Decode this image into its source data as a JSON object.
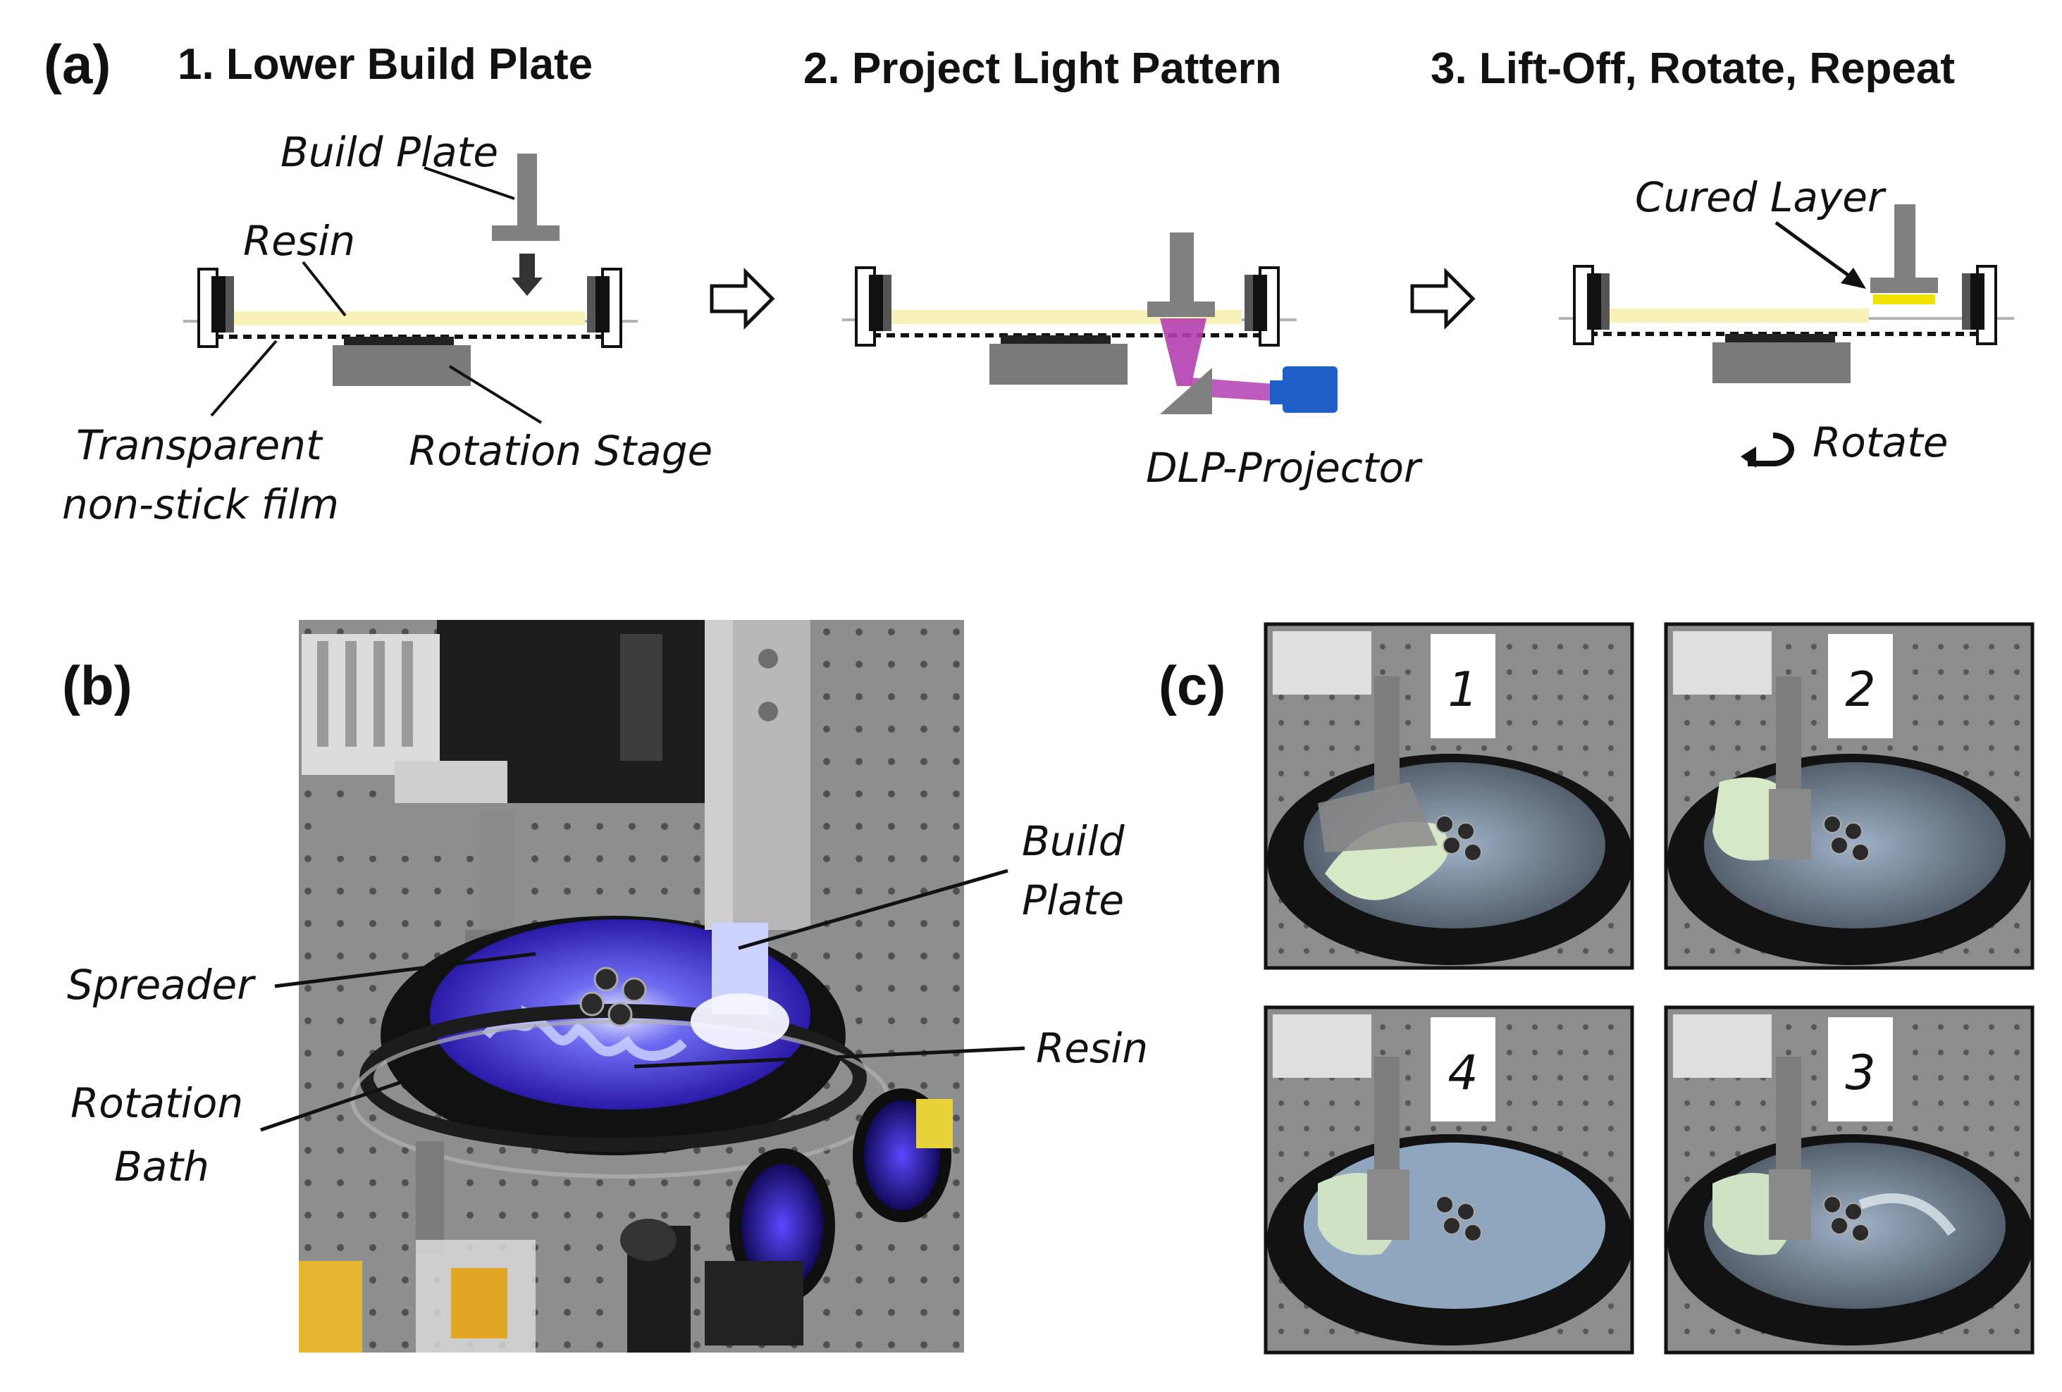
{
  "panel_a": {
    "tag": "(a)",
    "steps": [
      {
        "title": "1. Lower Build Plate"
      },
      {
        "title": "2. Project Light Pattern"
      },
      {
        "title": "3. Lift-Off, Rotate, Repeat"
      }
    ],
    "labels": {
      "build_plate": "Build Plate",
      "resin": "Resin",
      "film_line1": "Transparent",
      "film_line2": "non-stick film",
      "rotation_stage": "Rotation Stage",
      "dlp_projector": "DLP-Projector",
      "cured_layer": "Cured Layer",
      "rotate": "Rotate"
    },
    "colors": {
      "resin": "#f7f3b8",
      "cured_layer": "#f2e200",
      "light": "#b23fb0",
      "projector": "#1f5fc8",
      "stage_gray": "#7a7a7a",
      "plate_gray": "#808080"
    }
  },
  "panel_b": {
    "tag": "(b)",
    "labels": {
      "build_plate_line1": "Build",
      "build_plate_line2": "Plate",
      "spreader": "Spreader",
      "resin": "Resin",
      "rotation_bath_line1": "Rotation",
      "rotation_bath_line2": "Bath"
    }
  },
  "panel_c": {
    "tag": "(c)",
    "frames": [
      {
        "number": "1"
      },
      {
        "number": "2"
      },
      {
        "number": "4"
      },
      {
        "number": "3"
      }
    ]
  }
}
